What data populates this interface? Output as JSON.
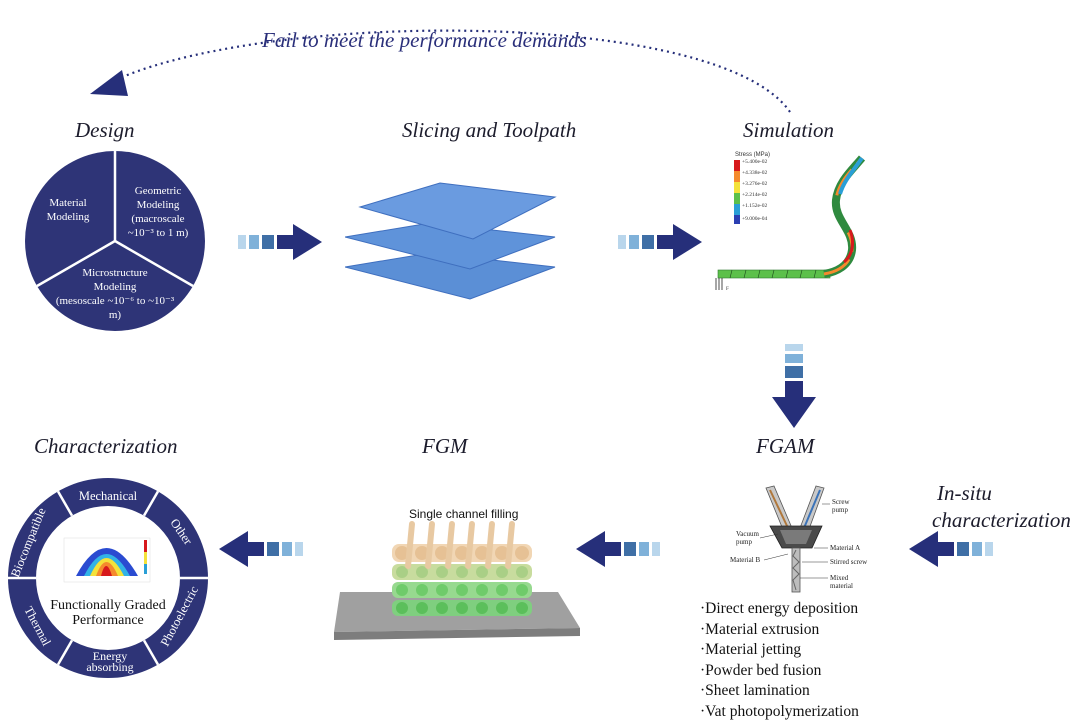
{
  "feedback": {
    "label": "Fail to meet the performance demands"
  },
  "titles": {
    "design": "Design",
    "slicing": "Slicing and Toolpath",
    "simulation": "Simulation",
    "characterization": "Characterization",
    "fgm": "FGM",
    "fgam": "FGAM",
    "insitu_line1": "In-situ",
    "insitu_line2": "characterization"
  },
  "design_pie": {
    "segments": [
      {
        "lines": [
          "Material",
          "Modeling"
        ]
      },
      {
        "lines": [
          "Geometric",
          "Modeling",
          "(macroscale",
          "~10⁻³ to 1 m)"
        ]
      },
      {
        "lines": [
          "Microstructure",
          "Modeling",
          "(mesoscale ~10⁻⁶ to ~10⁻³",
          "m)"
        ]
      }
    ],
    "color": "#2e3477"
  },
  "simulation": {
    "legend_title": "Stress (MPa)",
    "legend_values": [
      "+5.400e-02",
      "+4.338e-02",
      "+3.276e-02",
      "+2.214e-02",
      "+1.152e-02",
      "+9.000e-04"
    ],
    "legend_colors": [
      "#d7191c",
      "#f58a2d",
      "#f4e23a",
      "#5cc04a",
      "#2a9fd6",
      "#2b3fb2"
    ],
    "force_label": "F"
  },
  "fgm": {
    "caption": "Single channel filling"
  },
  "fgam": {
    "labels": {
      "screw_pump": [
        "Screw",
        "pump"
      ],
      "vacuum_pump": [
        "Vacuum",
        "pump"
      ],
      "material_a": "Material A",
      "material_b": "Material B",
      "stirred_screw": "Stirred screw",
      "mixed_material": [
        "Mixed",
        "material"
      ]
    },
    "processes": [
      "·Direct energy deposition",
      "·Material extrusion",
      "·Material jetting",
      "·Powder bed fusion",
      "·Sheet lamination",
      "·Vat photopolymerization"
    ]
  },
  "characterization": {
    "center_line1": "Functionally Graded",
    "center_line2": "Performance",
    "ring_labels": [
      "Mechanical",
      "Other",
      "Photoelectric",
      "Energy absorbing",
      "Thermal",
      "Biocompatible"
    ],
    "ring_color": "#2e3477"
  },
  "colors": {
    "arrow_dark": "#262f7a",
    "arrow_mid": "#3f6fa6",
    "arrow_light": "#7fb1d9",
    "arrow_pale": "#b9d6ec",
    "layer_fill": "#5b8fd6"
  }
}
